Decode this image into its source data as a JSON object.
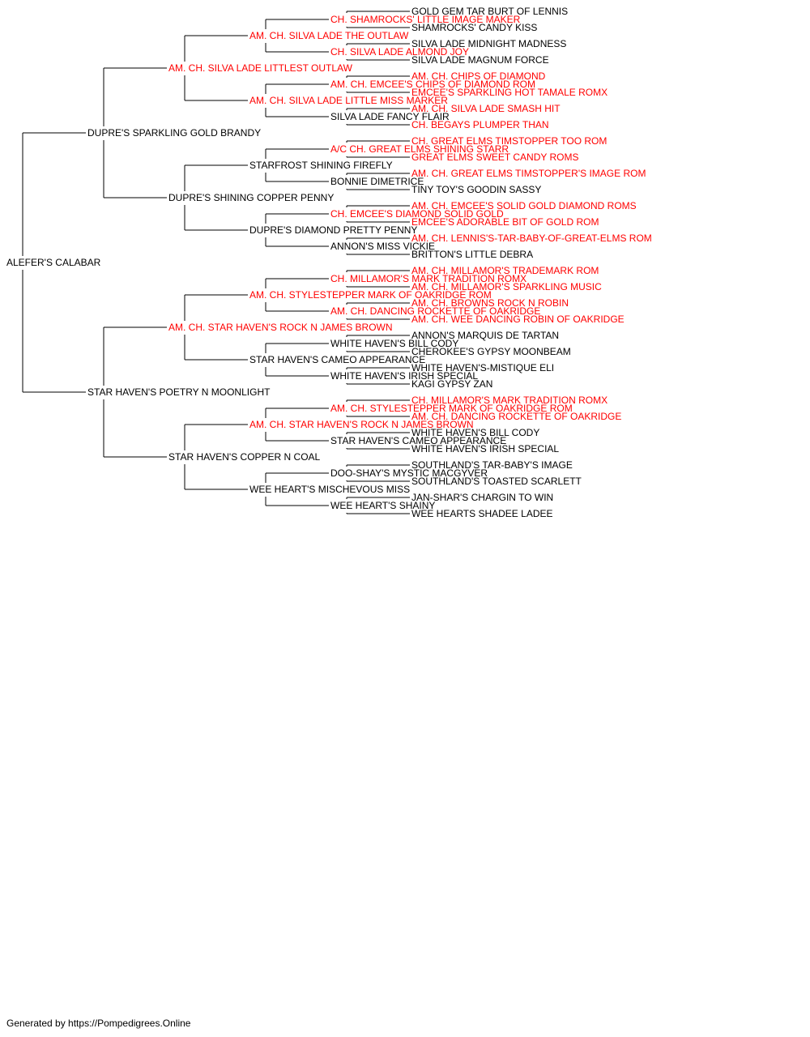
{
  "colors": {
    "champion": "#ff0000",
    "regular": "#000000",
    "line": "#000000"
  },
  "pedigree": {
    "subject": "ALEFER'S CALABAR",
    "generations": [
      [
        {
          "name": "ALEFER'S CALABAR",
          "champion": false
        }
      ],
      [
        {
          "name": "DUPRE'S SPARKLING GOLD BRANDY",
          "champion": false
        },
        {
          "name": "STAR HAVEN'S POETRY N MOONLIGHT",
          "champion": false
        }
      ],
      [
        {
          "name": "AM. CH. SILVA LADE LITTLEST OUTLAW",
          "champion": true
        },
        {
          "name": "DUPRE'S SHINING COPPER PENNY",
          "champion": false
        },
        {
          "name": "AM. CH. STAR HAVEN'S ROCK N JAMES BROWN",
          "champion": true
        },
        {
          "name": "STAR HAVEN'S COPPER N COAL",
          "champion": false
        }
      ],
      [
        {
          "name": "AM. CH. SILVA LADE THE OUTLAW",
          "champion": true
        },
        {
          "name": "AM. CH. SILVA LADE LITTLE MISS MARKER",
          "champion": true
        },
        {
          "name": "STARFROST SHINING FIREFLY",
          "champion": false
        },
        {
          "name": "DUPRE'S DIAMOND PRETTY PENNY",
          "champion": false
        },
        {
          "name": "AM. CH. STYLESTEPPER MARK OF OAKRIDGE ROM",
          "champion": true
        },
        {
          "name": "STAR HAVEN'S CAMEO APPEARANCE",
          "champion": false
        },
        {
          "name": "AM. CH. STAR HAVEN'S ROCK N JAMES BROWN",
          "champion": true
        },
        {
          "name": "WEE HEART'S MISCHEVOUS MISS",
          "champion": false
        }
      ],
      [
        {
          "name": "CH. SHAMROCKS' LITTLE IMAGE MAKER",
          "champion": true
        },
        {
          "name": "CH. SILVA LADE ALMOND JOY",
          "champion": true
        },
        {
          "name": "AM. CH. EMCEE'S CHIPS OF DIAMOND ROM",
          "champion": true
        },
        {
          "name": "SILVA LADE FANCY FLAIR",
          "champion": false
        },
        {
          "name": "A/C CH. GREAT ELMS SHINING STARR",
          "champion": true
        },
        {
          "name": "BONNIE DIMETRICE",
          "champion": false
        },
        {
          "name": "CH. EMCEE'S DIAMOND SOLID GOLD",
          "champion": true
        },
        {
          "name": "ANNON'S MISS VICKIE",
          "champion": false
        },
        {
          "name": "CH. MILLAMOR'S MARK TRADITION ROMX",
          "champion": true
        },
        {
          "name": "AM. CH. DANCING ROCKETTE OF OAKRIDGE",
          "champion": true
        },
        {
          "name": "WHITE HAVEN'S BILL CODY",
          "champion": false
        },
        {
          "name": "WHITE HAVEN'S IRISH SPECIAL",
          "champion": false
        },
        {
          "name": "AM. CH. STYLESTEPPER MARK OF OAKRIDGE ROM",
          "champion": true
        },
        {
          "name": "STAR HAVEN'S CAMEO APPEARANCE",
          "champion": false
        },
        {
          "name": "DOO-SHAY'S MYSTIC MACGYVER",
          "champion": false
        },
        {
          "name": "WEE HEART'S SHAINY",
          "champion": false
        }
      ],
      [
        {
          "name": "GOLD GEM TAR BURT OF LENNIS",
          "champion": false
        },
        {
          "name": "SHAMROCKS' CANDY KISS",
          "champion": false
        },
        {
          "name": "SILVA LADE MIDNIGHT MADNESS",
          "champion": false
        },
        {
          "name": "SILVA LADE MAGNUM FORCE",
          "champion": false
        },
        {
          "name": "AM. CH. CHIPS OF DIAMOND",
          "champion": true
        },
        {
          "name": "EMCEE'S SPARKLING HOT TAMALE ROMX",
          "champion": true
        },
        {
          "name": "AM. CH. SILVA LADE SMASH HIT",
          "champion": true
        },
        {
          "name": "CH. BEGAYS PLUMPER THAN",
          "champion": true
        },
        {
          "name": "CH. GREAT ELMS TIMSTOPPER TOO ROM",
          "champion": true
        },
        {
          "name": "GREAT ELMS SWEET CANDY ROMS",
          "champion": true
        },
        {
          "name": "AM. CH. GREAT ELMS TIMSTOPPER'S IMAGE ROM",
          "champion": true
        },
        {
          "name": "TINY TOY'S GOODIN SASSY",
          "champion": false
        },
        {
          "name": "AM. CH. EMCEE'S SOLID GOLD DIAMOND ROMS",
          "champion": true
        },
        {
          "name": "EMCEE'S ADORABLE BIT OF GOLD ROM",
          "champion": true
        },
        {
          "name": "AM. CH. LENNIS'S-TAR-BABY-OF-GREAT-ELMS ROM",
          "champion": true
        },
        {
          "name": "BRITTON'S LITTLE DEBRA",
          "champion": false
        },
        {
          "name": "AM. CH. MILLAMOR'S TRADEMARK ROM",
          "champion": true
        },
        {
          "name": "AM. CH. MILLAMOR'S SPARKLING MUSIC",
          "champion": true
        },
        {
          "name": "AM. CH. BROWNS ROCK N ROBIN",
          "champion": true
        },
        {
          "name": "AM. CH. WEE DANCING ROBIN OF OAKRIDGE",
          "champion": true
        },
        {
          "name": "ANNON'S MARQUIS DE TARTAN",
          "champion": false
        },
        {
          "name": "CHEROKEE'S GYPSY MOONBEAM",
          "champion": false
        },
        {
          "name": "WHITE HAVEN'S-MISTIQUE ELI",
          "champion": false
        },
        {
          "name": "KAGI GYPSY ZAN",
          "champion": false
        },
        {
          "name": "CH. MILLAMOR'S MARK TRADITION ROMX",
          "champion": true
        },
        {
          "name": "AM. CH. DANCING ROCKETTE OF OAKRIDGE",
          "champion": true
        },
        {
          "name": "WHITE HAVEN'S BILL CODY",
          "champion": false
        },
        {
          "name": "WHITE HAVEN'S IRISH SPECIAL",
          "champion": false
        },
        {
          "name": "SOUTHLAND'S TAR-BABY'S IMAGE",
          "champion": false
        },
        {
          "name": "SOUTHLAND'S TOASTED SCARLETT",
          "champion": false
        },
        {
          "name": "JAN-SHAR'S CHARGIN TO WIN",
          "champion": false
        },
        {
          "name": "WEE HEARTS SHADEE LADEE",
          "champion": false
        }
      ]
    ]
  },
  "footer": {
    "text": "Generated by https://Pompedigrees.Online"
  }
}
